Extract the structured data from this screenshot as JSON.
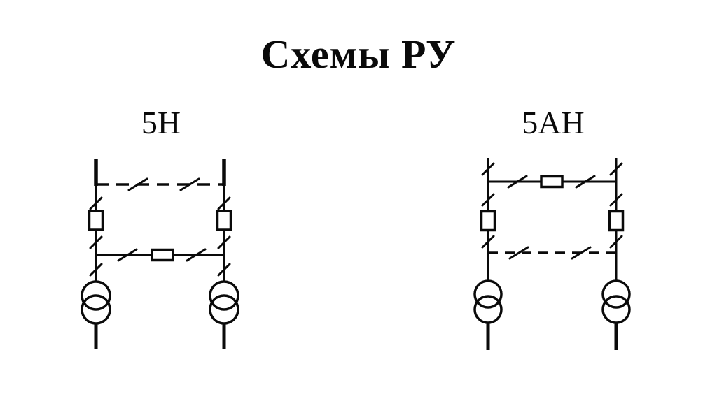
{
  "page": {
    "title": "Схемы РУ",
    "background_color": "#ffffff",
    "ink_color": "#0a0a0a"
  },
  "schemes": [
    {
      "label": "5Н",
      "kind": "bridge-scheme",
      "top_connection": {
        "style": "dashed",
        "role": "repair-jumper",
        "disconnector_count": 2
      },
      "branch_breakers": {
        "position": "line-side",
        "count": 2,
        "disconnectors_per_branch": 3
      },
      "middle_connection": {
        "style": "solid",
        "role": "bridge",
        "breaker_count": 1,
        "disconnector_count": 2
      },
      "transformer_count": 2
    },
    {
      "label": "5АН",
      "kind": "bridge-scheme",
      "top_connection": {
        "style": "solid",
        "role": "bridge",
        "breaker_count": 1,
        "disconnector_count": 2
      },
      "branch_breakers": {
        "position": "transformer-side",
        "count": 2,
        "disconnectors_per_branch": 3
      },
      "bottom_connection": {
        "style": "dashed",
        "role": "repair-jumper",
        "disconnector_count": 2
      },
      "transformer_count": 2
    }
  ]
}
